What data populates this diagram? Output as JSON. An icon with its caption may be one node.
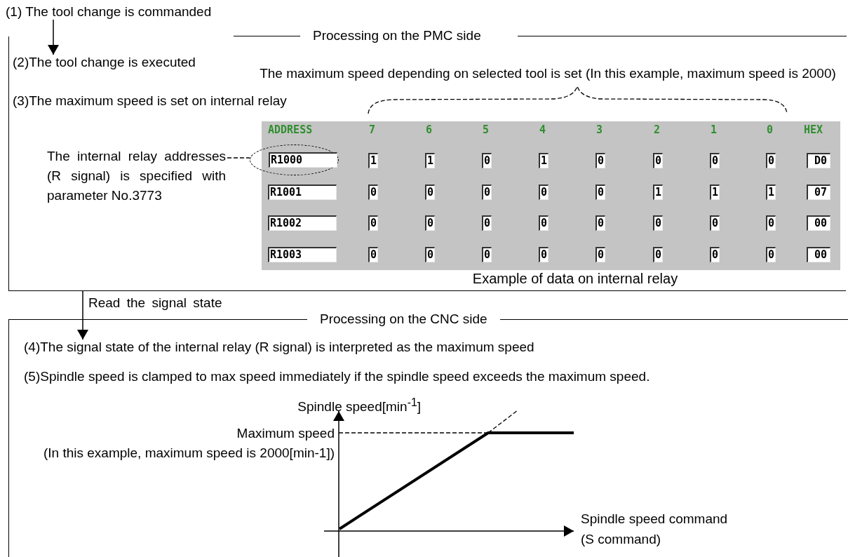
{
  "diagram": {
    "nodes": [
      {
        "text": [
          "(1) The tool change is commanded"
        ]
      },
      {
        "text": [
          "Processing on the PMC side"
        ]
      },
      {
        "text": [
          "(2)The tool change is executed"
        ],
        "in": 1
      },
      {
        "text": [
          "(3)The maximum speed is set on internal relay"
        ],
        "in": 1
      },
      {
        "text": [
          "The internal relay addresses (R signal) is specified with parameter No.3773"
        ],
        "in": 1
      },
      {
        "text": [
          "R1000"
        ],
        "in": 1
      },
      {
        "text": [
          "Processing on the CNC side"
        ]
      },
      {
        "text": [
          "(4)The signal state of the internal relay (R signal) is interpreted as the maximum speed"
        ],
        "in": 6
      },
      {
        "text": [
          "(5)Spindle speed is clamped to max speed immediately if the spindle speed exceeds the maximum speed."
        ],
        "in": 6
      }
    ],
    "edges": [
      {
        "from": 0,
        "to": 2,
        "arrow": "to"
      },
      {
        "from": 1,
        "to": 7,
        "arrow": "to",
        "label": "Read the signal state"
      },
      {
        "from": 4,
        "to": 5,
        "arrow": "none",
        "style": "dashed"
      }
    ],
    "labels": [
      "The maximum speed depending on selected tool is set (In this example, maximum speed is 2000)",
      "ADDRESS",
      "7",
      "6",
      "5",
      "4",
      "3",
      "2",
      "1",
      "0",
      "HEX",
      "1",
      "1",
      "0",
      "1",
      "0",
      "0",
      "0",
      "0",
      "D0",
      "R1001",
      "0",
      "0",
      "0",
      "0",
      "0",
      "1",
      "1",
      "1",
      "07",
      "R1002",
      "0",
      "0",
      "0",
      "0",
      "0",
      "0",
      "0",
      "0",
      "00",
      "R1003",
      "0",
      "0",
      "0",
      "0",
      "0",
      "0",
      "0",
      "0",
      "00",
      "Example of data on internal relay",
      "Spindle speed[min$^{-1}$]",
      "Maximum speed",
      "(In this example, maximum speed is 2000[min-1])",
      "Spindle speed command (S command)"
    ]
  }
}
